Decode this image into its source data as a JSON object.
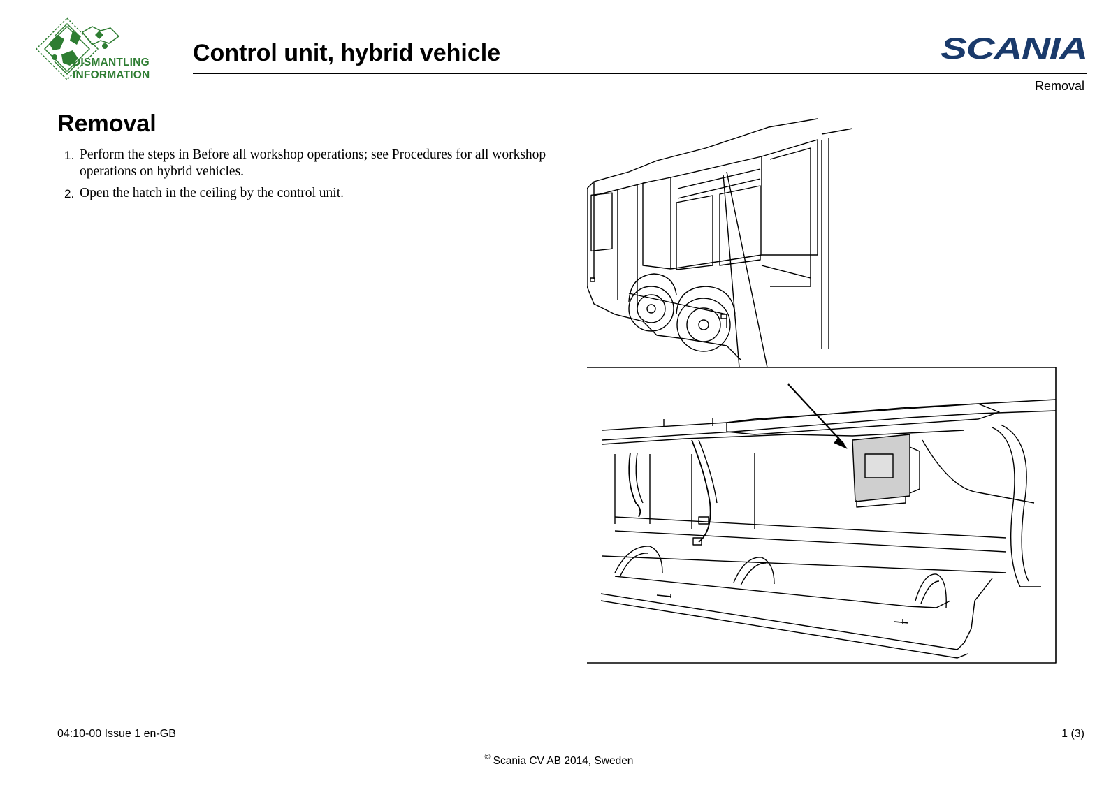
{
  "logo": {
    "line1": "DISMANTLING",
    "line2": "INFORMATION",
    "color": "#2e7d32"
  },
  "brand": {
    "name": "SCANIA",
    "color": "#1a3a6b"
  },
  "header": {
    "title": "Control unit, hybrid vehicle",
    "section": "Removal"
  },
  "main": {
    "heading": "Removal",
    "steps": [
      {
        "num": "1.",
        "text": "Perform the steps in Before all workshop operations; see Procedures for all workshop operations on hybrid vehicles."
      },
      {
        "num": "2.",
        "text": "Open the hatch in the ceiling by the control unit."
      }
    ]
  },
  "footer": {
    "doc_id": "04:10-00 Issue 1  en-GB",
    "page": "1 (3)",
    "copyright_symbol": "©",
    "copyright": "Scania CV AB 2014, Sweden"
  }
}
